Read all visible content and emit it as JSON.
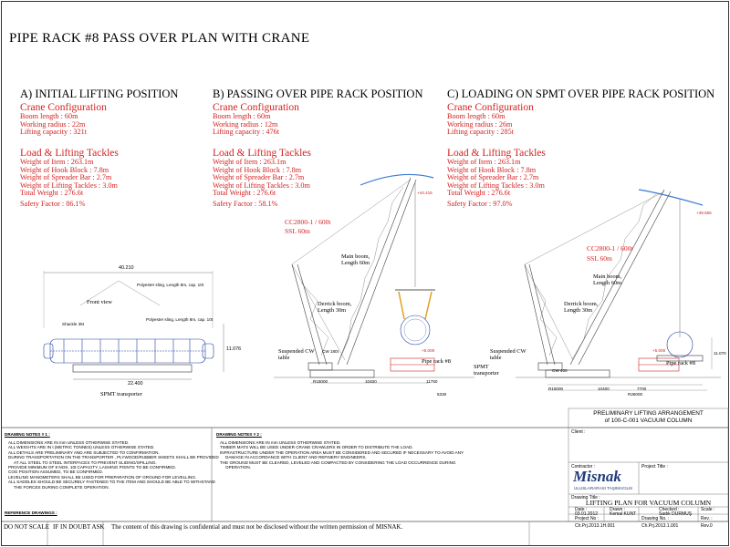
{
  "title": "PIPE RACK #8 PASS OVER PLAN WITH CRANE",
  "sections": {
    "a": {
      "heading": "A) INITIAL LIFTING POSITION",
      "crane_config_title": "Crane Configuration",
      "crane_config": [
        "Boom length : 60m",
        "Working radius : 22m",
        "Lifting capacity : 321t"
      ],
      "load_title": "Load & Lifting Tackles",
      "load": [
        "Weight of Item : 263.1m",
        "Weight of Hook Block : 7.8m",
        "Weight of Spreader Bar : 2.7m",
        "Weight of Lifting Tackles : 3.0m",
        "Total Weight : 276.6t"
      ],
      "safety": "Safety Factor : 86.1%"
    },
    "b": {
      "heading": "B) PASSING OVER PIPE RACK POSITION",
      "crane_config_title": "Crane Configuration",
      "crane_config": [
        "Boom length : 60m",
        "Working radius : 12m",
        "Lifting capacity : 476t"
      ],
      "load_title": "Load & Lifting Tackles",
      "load": [
        "Weight of Item : 263.1m",
        "Weight of Hook Block : 7.8m",
        "Weight of Spreader Bar : 2.7m",
        "Weight of Lifting Tackles : 3.0m",
        "Total Weight : 276.6t"
      ],
      "safety": "Safety Factor : 58.1%"
    },
    "c": {
      "heading": "C) LOADING ON SPMT OVER PIPE RACK POSITION",
      "crane_config_title": "Crane Configuration",
      "crane_config": [
        "Boom length : 60m",
        "Working radius : 26m",
        "Lifting capacity : 285t"
      ],
      "load_title": "Load & Lifting Tackles",
      "load": [
        "Weight of Item : 263.1m",
        "Weight of Hook Block : 7.8m",
        "Weight of Spreader Bar : 2.7m",
        "Weight of Lifting Tackles : 3.0m",
        "Total Weight : 276.6t"
      ],
      "safety": "Safety Factor : 97.0%"
    }
  },
  "drawing_a": {
    "front_view": "Front view",
    "shackle": "Shackle 35t",
    "sling1": "Polyester sling, Length 8m, cap. 10t",
    "sling2": "Polyester sling, Length 8m, cap. 10t",
    "dim_top": "40.210",
    "dim_bottom": "22.400",
    "dim_side": "11.076",
    "spmt": "SPMT transporter"
  },
  "drawing_b": {
    "crane": "CC2800-1 / 600t",
    "ssl": "SSL 60m",
    "main_boom": "Main boom, Length 60m",
    "derrick": "Derrick boom, Length 30m",
    "cw": "CW 180t",
    "cw_table": "Suspended CW table",
    "pipe_rack": "Pipe rack #8",
    "spmt": "SPMT transporter",
    "elev_top": "+44.415",
    "elev_rack": "+5.000",
    "r15000": "R15000",
    "d10400": "10400",
    "d11750": "11750",
    "d5330": "5330"
  },
  "drawing_c": {
    "crane": "CC2800-1 / 600t",
    "ssl": "SSL 60m",
    "main_boom": "Main boom, Length 60m",
    "derrick": "Derrick boom, Length 30m",
    "cw_table": "Suspended CW table",
    "pipe_rack": "Pipe rack #8",
    "elev_top": "+39.555",
    "elev_rack": "+5.000",
    "r15000": "R15000",
    "d10400": "10400",
    "d7700": "7700",
    "r26000": "R26000",
    "d11070": "11.070",
    "cw": "CW 400"
  },
  "notes1": {
    "title": "DRAWING NOTES   # 1 :",
    "items": [
      "ALL DIMENSIONS ARE IN mm UNLESS OTHERWISE STATED.",
      "ALL WEIGHTS ARE IN t (METRIC TONNES) UNLESS OTHERWISE STATED.",
      "ALL DETAILS ARE PRELIMINARY AND ARE SUBJECTED TO CONFIRMATION.",
      "DURING TRANSPORTATION ON THE TRANSPORTER , PLYWOOD/RUBBER SHEETS SHALL BE PROVIDED",
      "AT ALL STEEL TO STEEL INTERFACES TO PREVENT SLIDING/SPILLING.",
      "PROVIDE MINIMUM OF 8 NOS. 10t CAPACITY, LASHING POINTS TO BE CONFIRMED.",
      "COG POSITION ASSUMED, TO BE CONFIRMED.",
      "LEVELING MANOMETERS SHALL BE USED FOR PREPARATION OF GROUND FOR LEVELLING.",
      "ALL SADDLES SHOULD BE SECURELY FASTENED TO THE ITEM AND SHOULD BE ABLE TO WITHSTAND",
      "THE FORCES DURING COMPLETE OPERATION."
    ],
    "ref": "REFERENCE DRAWINGS :"
  },
  "notes2": {
    "title": "DRAWING NOTES   # 2 :",
    "items": [
      "ALL DIMENSIONS ARE IN mm UNLESS OTHERWISE STATED.",
      "TIMBER MATS WILL BE USED UNDER CRANE CRAWLERS IN ORDER TO DISTRIBUTE THE LOAD.",
      "INFRASTRUCTURE UNDER THE OPERATION AREA MUST BE CONSIDERED AND SECURED IF NECESSARY TO AVOID ANY",
      "DAMAGE IN ACCORDANCE WITH CLIENT AND REFINERY ENGINEERS.",
      "THE GROUND MUST BE CLEARED, LEVELED AND COMPACTED BY CONSIDERING THE LOAD OCCURRENCE  DURING",
      "OPERATION."
    ]
  },
  "title_block": {
    "prelim1": "PRELIMINARY LIFTING ARRANGEMENT",
    "prelim2": "of 100-C-001 VACUUM COLUMN",
    "client": "Client :",
    "contractor": "Contractor :",
    "project_title": "Project Title :",
    "logo": "Misnak",
    "logo_sub": "ULUSLARARASI TAŞIMACILIK",
    "drawing_title_label": "Drawing Title :",
    "drawing_title": "LIFTING PLAN FOR VACUUM COLUMN",
    "date_label": "Date :",
    "date": "03.01.2012",
    "drawn_label": "Drawn :",
    "drawn": "Kemal KUNT",
    "checked_label": "Checked :",
    "checked": "Sadık DURMUŞ",
    "scale_label": "Scale :",
    "project_no_label": "Project No :",
    "project_no": "Ch.Prj.2013.1H.001",
    "drawing_no_label": "Drawing No. :",
    "drawing_no": "Ch.Prj.2013.1.001",
    "rev_label": "Rev. :",
    "rev": "Rev.0"
  },
  "footer": {
    "scale": "DO NOT SCALE",
    "doubt": "IF IN DOUBT ASK",
    "confidential": "The content of this drawing is confidential and must not be disclosed without the written permission of MISNAK."
  },
  "colors": {
    "red": "#d42020",
    "blue": "#1e3ea0",
    "line": "#666666",
    "logo": "#1f3c78"
  }
}
